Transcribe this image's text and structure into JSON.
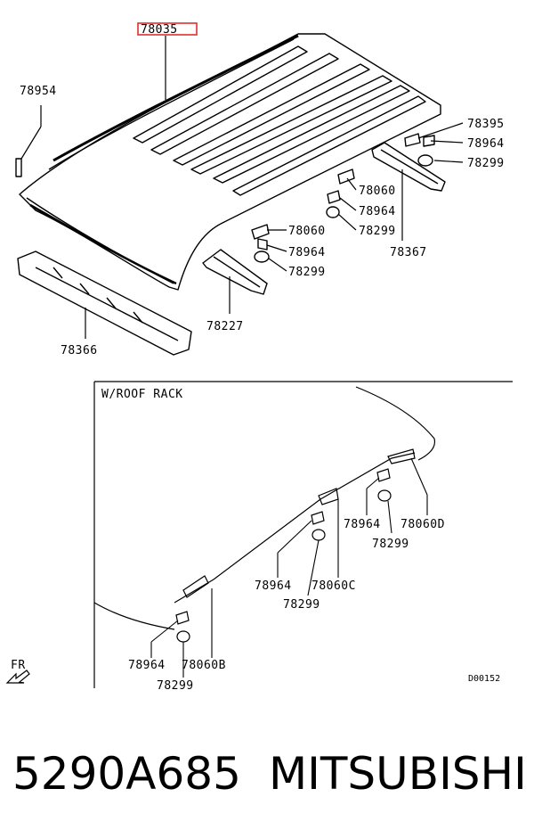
{
  "labels": {
    "roof_panel": "78035",
    "roof_bolt": "78954",
    "front_bow": "78366",
    "roof_bow_mid": "78227",
    "roof_bow_rear": "78367",
    "clip_78395": "78395",
    "clip_78964": "78964",
    "grommet_78299": "78299",
    "bracket_78060": "78060"
  },
  "roof_rack_detail": {
    "title": "W/ROOF RACK",
    "labels": {
      "bracket_b": "78060B",
      "bracket_c": "78060C",
      "bracket_d": "78060D",
      "clip": "78964",
      "grommet": "78299"
    },
    "diagram_code": "D00152"
  },
  "front_indicator": "FR",
  "caption": {
    "part_number": "5290A685",
    "brand": "MITSUBISHI"
  },
  "colors": {
    "highlight_box": "#e0302a",
    "line": "#000000",
    "background": "#ffffff"
  }
}
